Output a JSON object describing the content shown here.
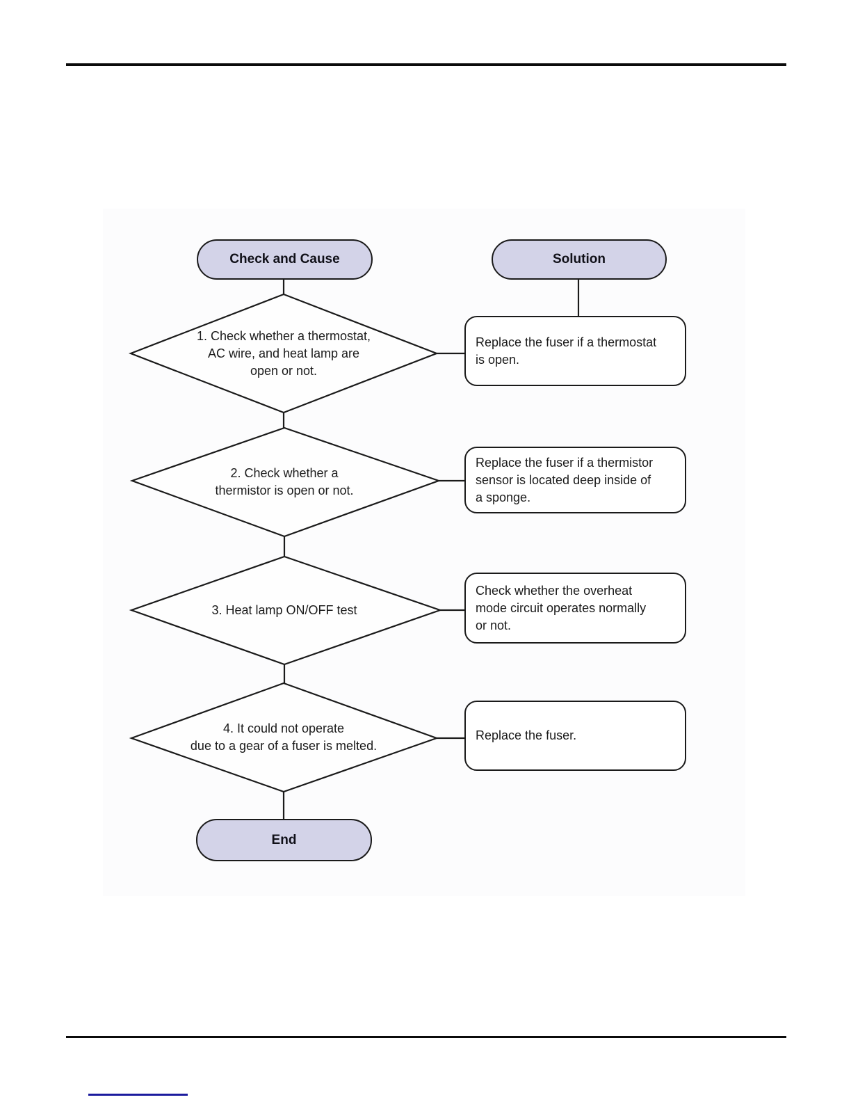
{
  "flowchart": {
    "header_check": "Check and Cause",
    "header_solution": "Solution",
    "end_label": "End",
    "rows": [
      {
        "check": "1. Check whether a thermostat,\nAC wire, and heat lamp are\nopen or not.",
        "solution": "Replace the fuser if a thermostat\nis open."
      },
      {
        "check": "2. Check whether a\nthermistor is open or not.",
        "solution": "Replace the fuser if a thermistor\nsensor is located deep inside of\na sponge."
      },
      {
        "check": "3. Heat lamp ON/OFF test",
        "solution": "Check whether the overheat\nmode circuit operates normally\nor not."
      },
      {
        "check": "4. It could not operate\ndue to a gear of a fuser is melted.",
        "solution": "Replace the fuser."
      }
    ],
    "colors": {
      "terminal_fill": "#d3d3e8",
      "shape_outline": "#1a1a1a",
      "process_fill": "#ffffff",
      "panel_background": "#fcfcfd",
      "page_rule": "#0b0b0b",
      "footer_link_blue": "#1b1b9e"
    }
  }
}
